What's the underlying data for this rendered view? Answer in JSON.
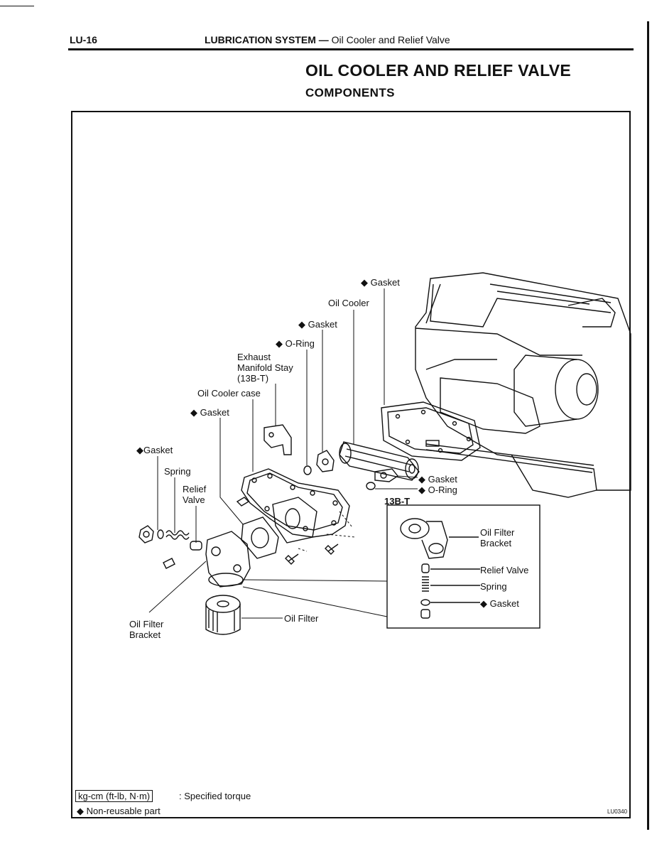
{
  "header": {
    "page_number": "LU-16",
    "section": "LUBRICATION SYSTEM",
    "dash": "—",
    "subsection": "Oil Cooler and Relief Valve"
  },
  "title": "OIL COOLER AND RELIEF VALVE",
  "subtitle": "COMPONENTS",
  "legend": {
    "torque_units": "kg-cm (ft-lb, N·m)",
    "torque_desc": ": Specified torque",
    "nonreusable_symbol": "◆",
    "nonreusable_text": "Non-reusable part"
  },
  "diagram_code": "LU0340",
  "labels": {
    "gasket_top": "Gasket",
    "oil_cooler": "Oil Cooler",
    "gasket_2": "Gasket",
    "o_ring_top": "O-Ring",
    "exhaust_line1": "Exhaust",
    "exhaust_line2": "Manifold Stay",
    "exhaust_line3": "(13B-T)",
    "oil_cooler_case": "Oil Cooler case",
    "gasket_case": "Gasket",
    "gasket_left": "Gasket",
    "spring": "Spring",
    "relief_line1": "Relief",
    "relief_line2": "Valve",
    "gasket_right": "Gasket",
    "o_ring_right": "O-Ring",
    "variant": "13B-T",
    "inset_bracket_line1": "Oil Filter",
    "inset_bracket_line2": "Bracket",
    "inset_relief": "Relief Valve",
    "inset_spring": "Spring",
    "inset_gasket": "Gasket",
    "oil_filter": "Oil Filter",
    "bracket_line1": "Oil Filter",
    "bracket_line2": "Bracket"
  }
}
